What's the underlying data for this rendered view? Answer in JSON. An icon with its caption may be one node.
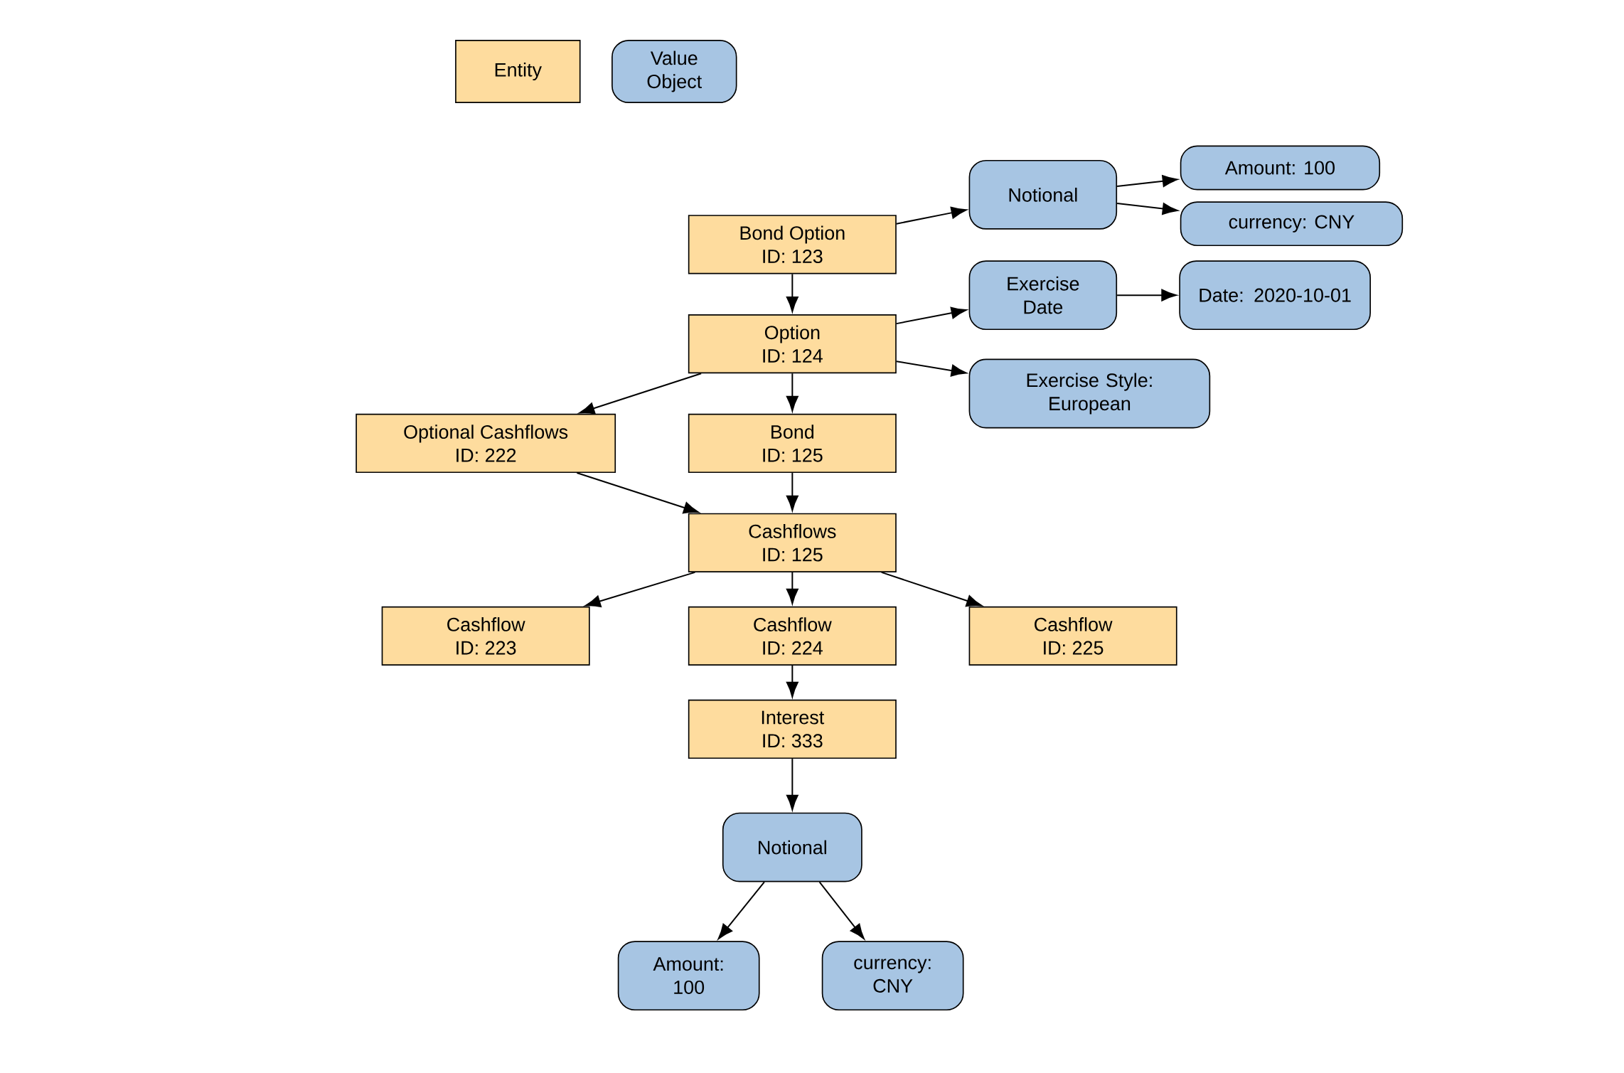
{
  "diagram": {
    "nodes": [
      {
        "text": [
          "Notional"
        ]
      },
      {
        "text": [
          "Amount: 100"
        ]
      },
      {
        "text": [
          "currency: CNY"
        ]
      },
      {
        "text": [
          "Bond Option",
          "ID: 123"
        ]
      },
      {
        "text": [
          "Exercise Date"
        ]
      },
      {
        "text": [
          "Date: 2020-10-01"
        ]
      },
      {
        "text": [
          "Option",
          "ID: 124"
        ]
      },
      {
        "text": [
          "Exercise Style: European"
        ]
      },
      {
        "text": [
          "Optional Cashflows",
          "ID: 222"
        ]
      },
      {
        "text": [
          "Bond",
          "ID: 125"
        ]
      },
      {
        "text": [
          "Cashflows",
          "ID: 125"
        ]
      },
      {
        "text": [
          "Cashflow",
          "ID: 223"
        ]
      },
      {
        "text": [
          "Cashflow",
          "ID: 224"
        ]
      },
      {
        "text": [
          "Cashflow",
          "ID: 225"
        ]
      },
      {
        "text": [
          "Interest",
          "ID: 333"
        ]
      },
      {
        "text": [
          "Notional"
        ]
      },
      {
        "text": [
          "Amount: 100"
        ]
      },
      {
        "text": [
          "currency: CNY"
        ]
      }
    ],
    "edges": [
      {
        "from": 3,
        "to": 0,
        "arrow": "to"
      },
      {
        "from": 0,
        "to": 1,
        "arrow": "to"
      },
      {
        "from": 0,
        "to": 2,
        "arrow": "to"
      },
      {
        "from": 3,
        "to": 6,
        "arrow": "to"
      },
      {
        "from": 6,
        "to": 4,
        "arrow": "to"
      },
      {
        "from": 4,
        "to": 5,
        "arrow": "to"
      },
      {
        "from": 6,
        "to": 7,
        "arrow": "to"
      },
      {
        "from": 6,
        "to": 8,
        "arrow": "to"
      },
      {
        "from": 6,
        "to": 9,
        "arrow": "to"
      },
      {
        "from": 8,
        "to": 10,
        "arrow": "to"
      },
      {
        "from": 9,
        "to": 10,
        "arrow": "to"
      },
      {
        "from": 10,
        "to": 11,
        "arrow": "to"
      },
      {
        "from": 10,
        "to": 12,
        "arrow": "to"
      },
      {
        "from": 10,
        "to": 13,
        "arrow": "to"
      },
      {
        "from": 12,
        "to": 14,
        "arrow": "to"
      },
      {
        "from": 14,
        "to": 15,
        "arrow": "to"
      },
      {
        "from": 15,
        "to": 16,
        "arrow": "to"
      },
      {
        "from": 15,
        "to": 17,
        "arrow": "to"
      }
    ],
    "legend": [
      {
        "text": "Entity",
        "color": "#fedc9e"
      },
      {
        "text": "Value Object",
        "color": "#a7c5e3"
      }
    ]
  }
}
